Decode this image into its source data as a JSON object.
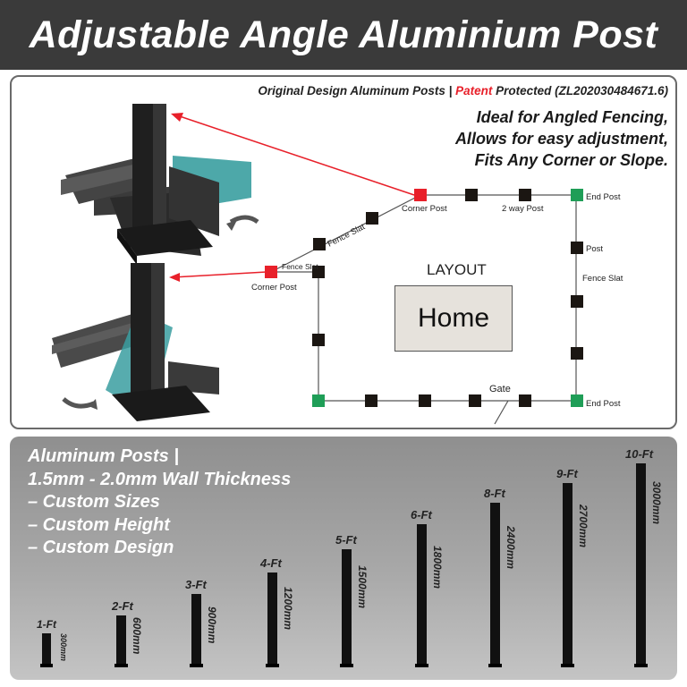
{
  "header": {
    "title": "Adjustable Angle Aluminium Post"
  },
  "patent": {
    "prefix": "Original Design Aluminum Posts | ",
    "highlight": "Patent",
    "suffix": " Protected (ZL202030484671.6)"
  },
  "features": [
    "Ideal for Angled Fencing,",
    "Allows for easy adjustment,",
    "Fits Any Corner or Slope."
  ],
  "layout": {
    "title": "LAYOUT",
    "home": "Home",
    "labels": {
      "corner_post_1": "Corner Post",
      "corner_post_2": "Corner Post",
      "two_way_post": "2 way Post",
      "end_post_1": "End Post",
      "end_post_2": "End Post",
      "post": "Post",
      "fence_slat_1": "Fence Slat",
      "fence_slat_2": "Fence Slat",
      "fence_slat_3": "Fence Slat",
      "gate": "Gate"
    }
  },
  "colors": {
    "header_bg": "#3a3a3a",
    "corner_post": "#e8202a",
    "end_post": "#1f9e57",
    "post": "#1b1612",
    "slat_panel": "#3a9ea0"
  },
  "posts_panel": {
    "lines": [
      "Aluminum Posts |",
      "1.5mm - 2.0mm Wall Thickness",
      "– Custom Sizes",
      "– Custom Height",
      "– Custom Design"
    ],
    "posts": [
      {
        "ft": "1-Ft",
        "mm": "300mm"
      },
      {
        "ft": "2-Ft",
        "mm": "600mm"
      },
      {
        "ft": "3-Ft",
        "mm": "900mm"
      },
      {
        "ft": "4-Ft",
        "mm": "1200mm"
      },
      {
        "ft": "5-Ft",
        "mm": "1500mm"
      },
      {
        "ft": "6-Ft",
        "mm": "1800mm"
      },
      {
        "ft": "8-Ft",
        "mm": "2400mm"
      },
      {
        "ft": "9-Ft",
        "mm": "2700mm"
      },
      {
        "ft": "10-Ft",
        "mm": "3000mm"
      }
    ]
  }
}
